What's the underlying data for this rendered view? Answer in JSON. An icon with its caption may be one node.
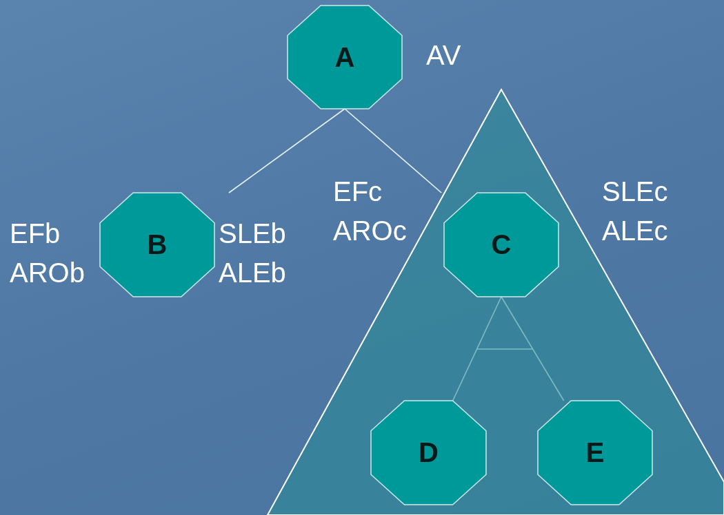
{
  "diagram": {
    "nodes": [
      {
        "text": [
          "A"
        ],
        "beside": [
          "AV"
        ]
      },
      {
        "text": [
          "B"
        ],
        "beside": [
          "EFb AROb",
          "SLEb ALEb"
        ]
      },
      {
        "text": [],
        "shape": "triangle"
      },
      {
        "text": [
          "C"
        ],
        "in": 2,
        "beside": [
          "EFc AROc",
          "SLEc ALEc"
        ]
      },
      {
        "text": [
          "D"
        ],
        "in": 2
      },
      {
        "text": [
          "E"
        ],
        "in": 2
      }
    ],
    "edges": [
      {
        "from": 0,
        "to": 1,
        "arrow": "none"
      },
      {
        "from": 0,
        "to": 3,
        "arrow": "none"
      },
      {
        "from": 3,
        "to": 4,
        "arrow": "none"
      },
      {
        "from": 3,
        "to": 5,
        "arrow": "none"
      }
    ]
  }
}
